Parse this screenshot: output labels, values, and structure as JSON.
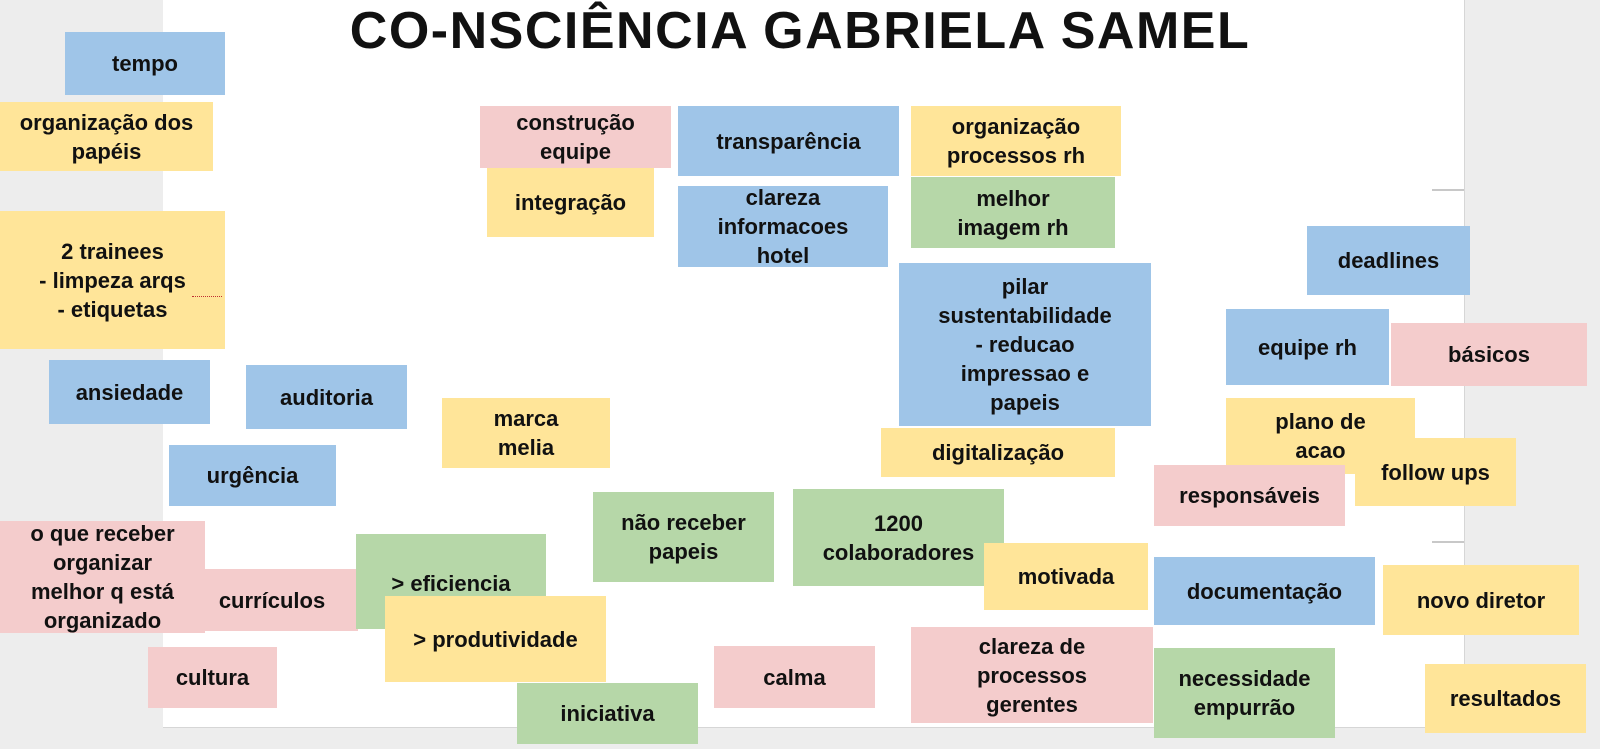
{
  "title": "CO-NSCIÊNCIA GABRIELA SAMEL",
  "colors": {
    "blue": "#9fc5e8",
    "yellow": "#ffe599",
    "pink": "#f4cccc",
    "green": "#b6d7a8",
    "canvas": "#ffffff",
    "background": "#ededed"
  },
  "notes": [
    {
      "text": "tempo",
      "color": "blue"
    },
    {
      "text": "organização dos\npapéis",
      "color": "yellow"
    },
    {
      "text": "2 trainees\n- limpeza arqs\n- etiquetas",
      "color": "yellow"
    },
    {
      "text": "ansiedade",
      "color": "blue"
    },
    {
      "text": "auditoria",
      "color": "blue"
    },
    {
      "text": "urgência",
      "color": "blue"
    },
    {
      "text": "o que receber\norganizar\nmelhor q está\norganizado",
      "color": "pink"
    },
    {
      "text": "currículos",
      "color": "pink"
    },
    {
      "text": "cultura",
      "color": "pink"
    },
    {
      "text": "construção\nequipe",
      "color": "pink"
    },
    {
      "text": "integração",
      "color": "yellow"
    },
    {
      "text": "transparência",
      "color": "blue"
    },
    {
      "text": "clareza\ninformacoes\nhotel",
      "color": "blue"
    },
    {
      "text": "organização\nprocessos rh",
      "color": "yellow"
    },
    {
      "text": "melhor\nimagem rh",
      "color": "green"
    },
    {
      "text": "pilar\nsustentabilidade\n- reducao\nimpressao e\npapeis",
      "color": "blue"
    },
    {
      "text": "digitalização",
      "color": "yellow"
    },
    {
      "text": "marca\nmelia",
      "color": "yellow"
    },
    {
      "text": "não receber\npapeis",
      "color": "green"
    },
    {
      "text": "1200\ncolaboradores",
      "color": "green"
    },
    {
      "text": "motivada",
      "color": "yellow"
    },
    {
      "text": "> eficiencia",
      "color": "green"
    },
    {
      "text": "> produtividade",
      "color": "yellow"
    },
    {
      "text": "iniciativa",
      "color": "green"
    },
    {
      "text": "calma",
      "color": "pink"
    },
    {
      "text": "clareza de\nprocessos\ngerentes",
      "color": "pink"
    },
    {
      "text": "necessidade\nempurrão",
      "color": "green"
    },
    {
      "text": "documentação",
      "color": "blue"
    },
    {
      "text": "deadlines",
      "color": "blue"
    },
    {
      "text": "equipe rh",
      "color": "blue"
    },
    {
      "text": "básicos",
      "color": "pink"
    },
    {
      "text": "plano de\nacao",
      "color": "yellow"
    },
    {
      "text": "follow ups",
      "color": "yellow"
    },
    {
      "text": "responsáveis",
      "color": "pink"
    },
    {
      "text": "novo diretor",
      "color": "yellow"
    },
    {
      "text": "resultados",
      "color": "yellow"
    }
  ]
}
